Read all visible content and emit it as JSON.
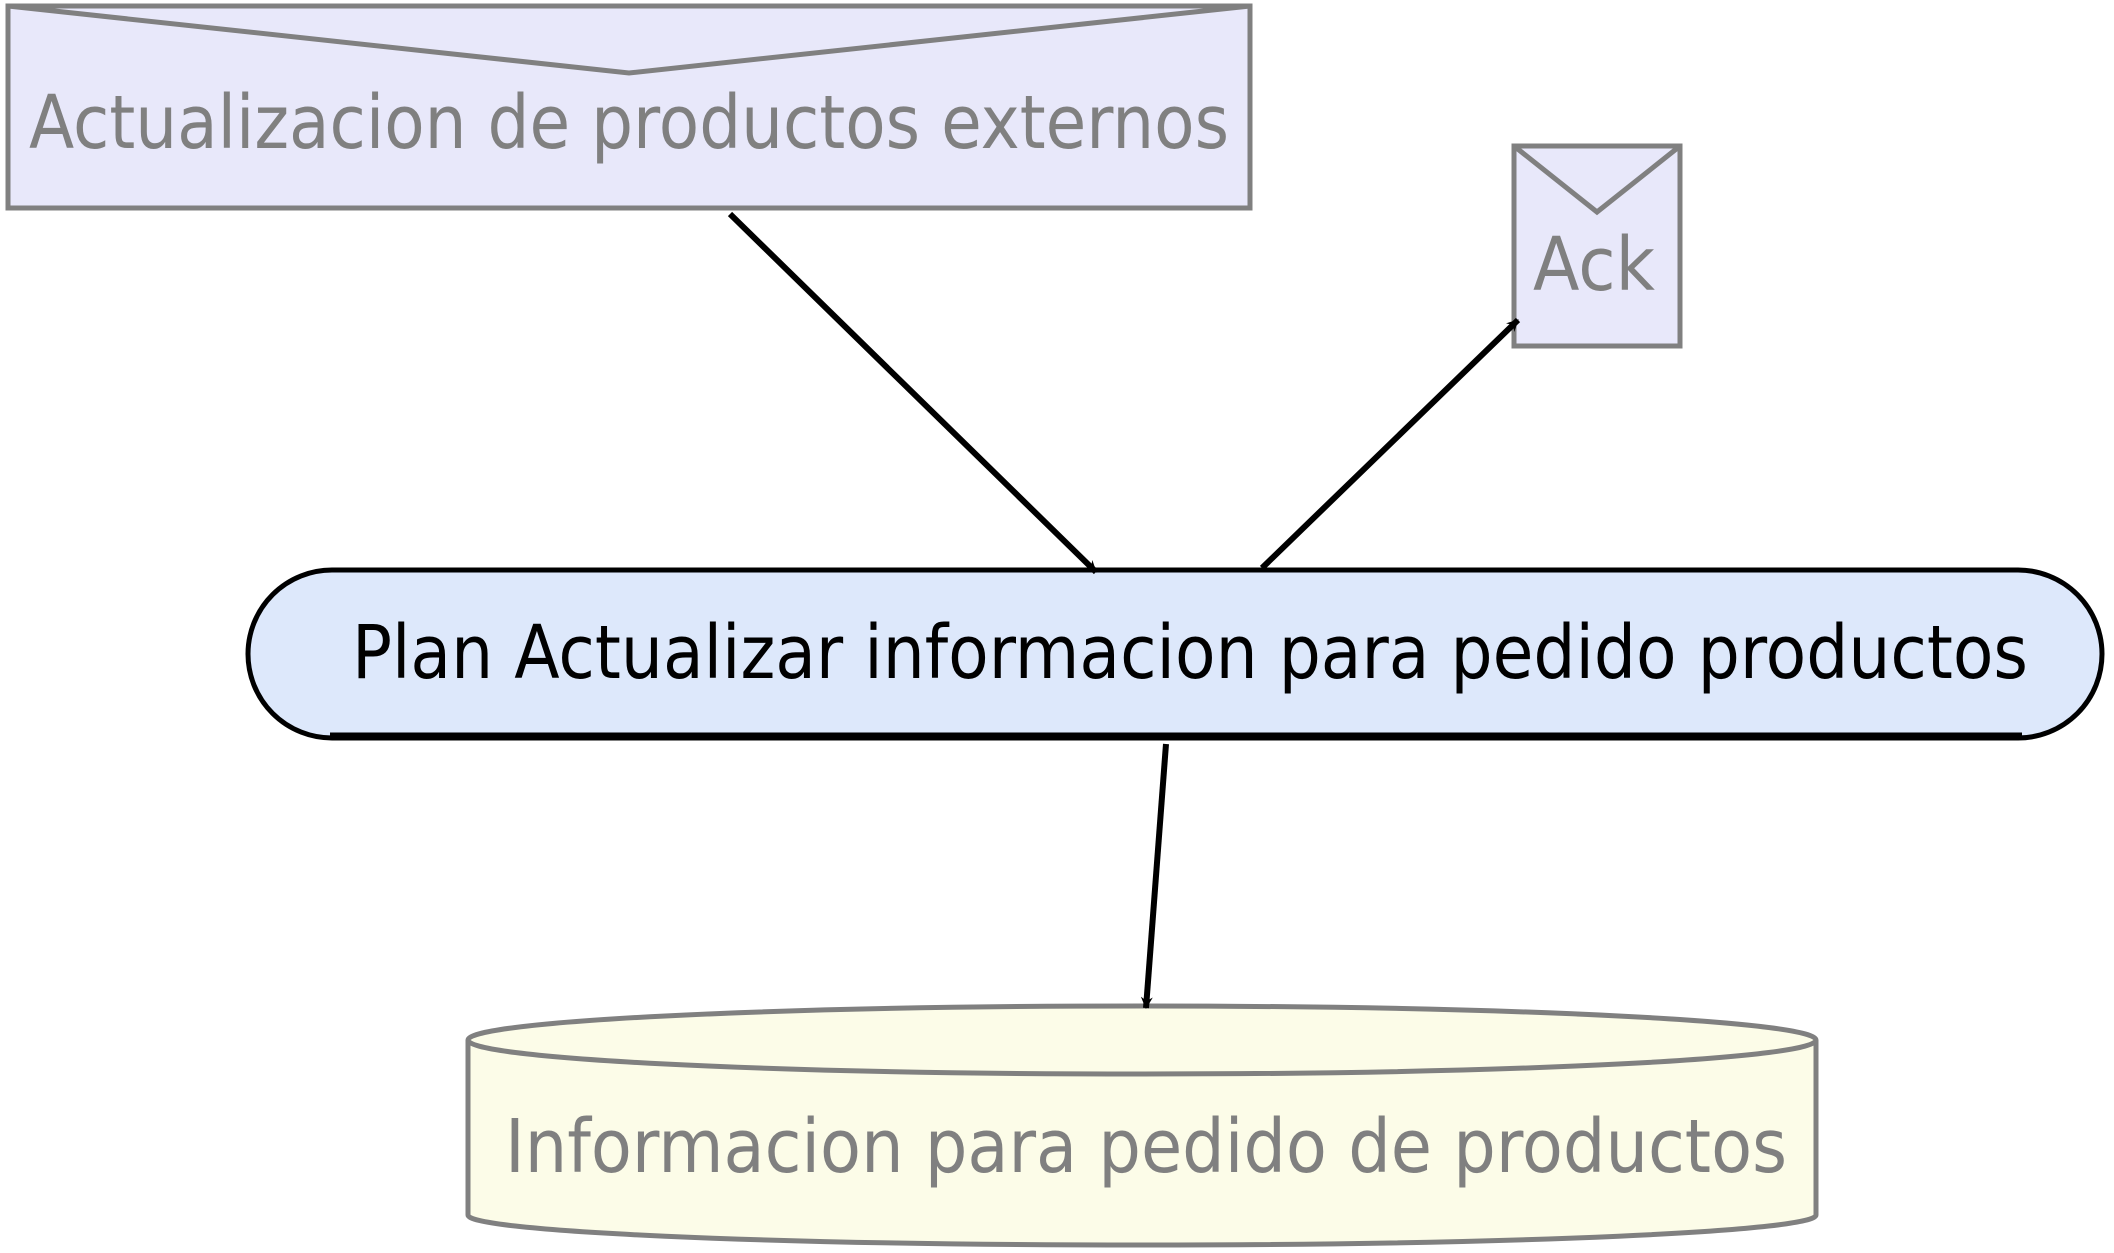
{
  "nodes": {
    "external_update": {
      "label": "Actualizacion de productos externos",
      "fill": "#e8e8fa",
      "stroke": "#808080"
    },
    "ack": {
      "label": "Ack",
      "fill": "#e8e8fa",
      "stroke": "#808080"
    },
    "plan": {
      "label": "Plan Actualizar informacion para pedido productos",
      "fill": "#dde8fb",
      "stroke": "#000000"
    },
    "datastore": {
      "label": "Informacion para pedido de productos",
      "fill": "#fcfce8",
      "stroke": "#808080"
    }
  },
  "edges": [
    {
      "from": "Actualizacion de productos externos",
      "to": "Plan Actualizar informacion para pedido productos"
    },
    {
      "from": "Plan Actualizar informacion para pedido productos",
      "to": "Ack"
    },
    {
      "from": "Plan Actualizar informacion para pedido productos",
      "to": "Informacion para pedido de productos"
    }
  ],
  "colors": {
    "edge": "#000000",
    "gray_text": "#808080"
  }
}
